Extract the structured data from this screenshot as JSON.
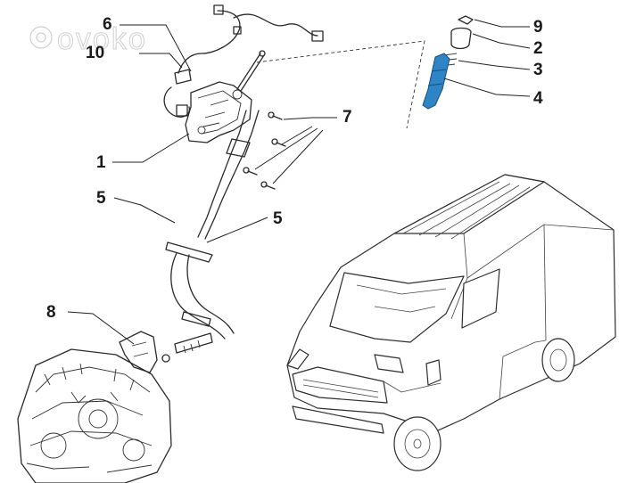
{
  "watermark": "ovoko",
  "callouts": [
    {
      "id": "c1",
      "label": "1"
    },
    {
      "id": "c2",
      "label": "2"
    },
    {
      "id": "c3",
      "label": "3"
    },
    {
      "id": "c4",
      "label": "4"
    },
    {
      "id": "c5a",
      "label": "5"
    },
    {
      "id": "c5b",
      "label": "5"
    },
    {
      "id": "c6",
      "label": "6"
    },
    {
      "id": "c7",
      "label": "7"
    },
    {
      "id": "c8",
      "label": "8"
    },
    {
      "id": "c9",
      "label": "9"
    },
    {
      "id": "c10",
      "label": "10"
    }
  ],
  "colors": {
    "highlight": "#2f84c6",
    "line": "#2b2b2b",
    "background": "#ffffff"
  }
}
